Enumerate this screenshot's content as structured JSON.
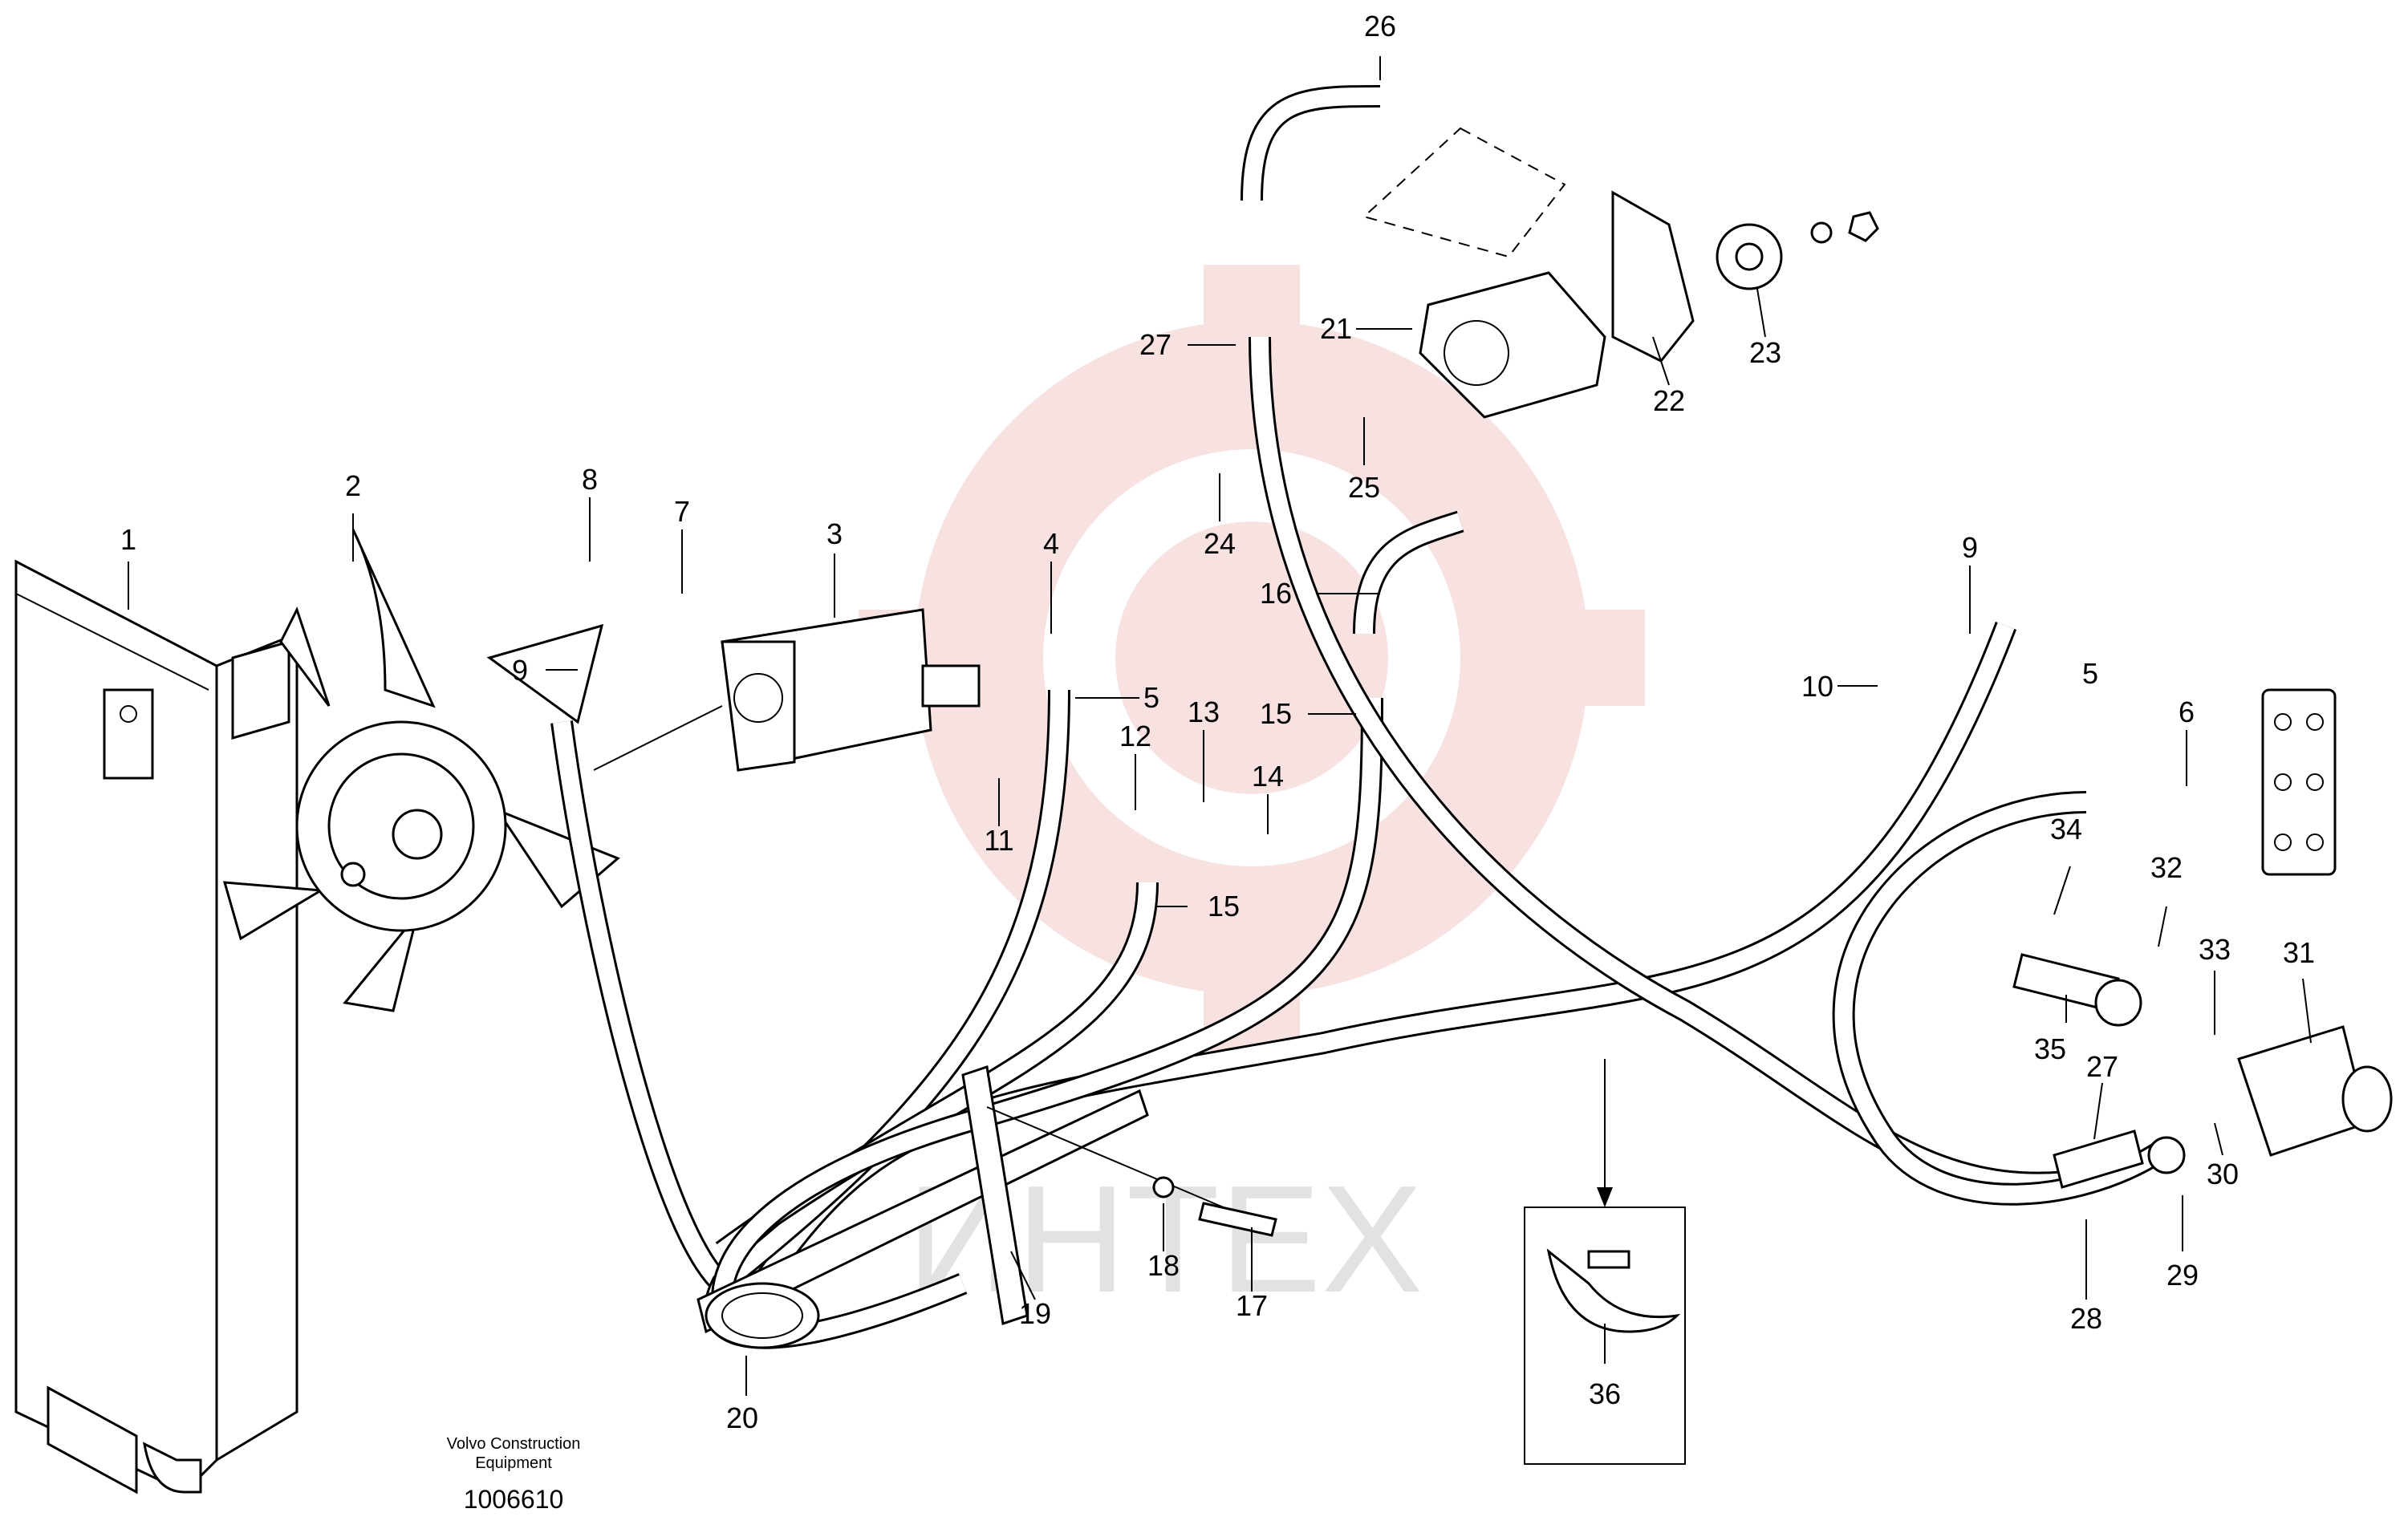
{
  "diagram": {
    "caption_lines": [
      "Volvo Construction",
      "Equipment"
    ],
    "figure_number": "1006610",
    "watermark": "ИНТЕХ",
    "watermark_color": "#f3c9c9",
    "callouts": [
      "1",
      "2",
      "3",
      "4",
      "5",
      "6",
      "7",
      "8",
      "9",
      "9",
      "10",
      "11",
      "12",
      "13",
      "14",
      "15",
      "15",
      "16",
      "17",
      "18",
      "19",
      "20",
      "21",
      "22",
      "23",
      "24",
      "25",
      "26",
      "27",
      "27",
      "28",
      "29",
      "30",
      "31",
      "32",
      "33",
      "34",
      "35",
      "36",
      "5"
    ]
  }
}
